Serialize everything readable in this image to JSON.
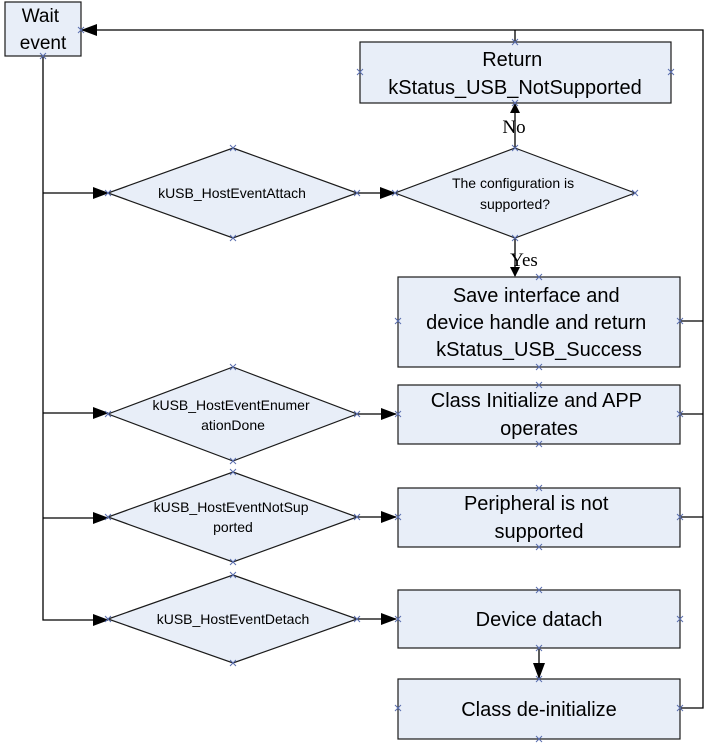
{
  "diagram": {
    "colors": {
      "box_fill": "#e8eef8",
      "box_stroke": "#1a1a1a",
      "line": "#000000",
      "marker": "#5b6fb0"
    },
    "nodes": {
      "wait": [
        "Wait",
        "event"
      ],
      "return_not_supported": [
        "Return",
        "kStatus_USB_NotSupported"
      ],
      "attach": [
        "kUSB_HostEventAttach"
      ],
      "config_supported": [
        "The configuration is",
        "supported?"
      ],
      "save_interface": [
        "Save interface and",
        "device handle and return",
        "kStatus_USB_Success"
      ],
      "enum_done": [
        "kUSB_HostEventEnumer",
        "ationDone"
      ],
      "class_init": [
        "Class Initialize and APP",
        "operates"
      ],
      "not_supported": [
        "kUSB_HostEventNotSup",
        "ported"
      ],
      "peripheral_not_supported": [
        "Peripheral is not",
        "supported"
      ],
      "detach": [
        "kUSB_HostEventDetach"
      ],
      "device_detach": [
        "Device datach"
      ],
      "class_deinit": [
        "Class de-initialize"
      ]
    },
    "edge_labels": {
      "no": "No",
      "yes": "Yes"
    }
  }
}
